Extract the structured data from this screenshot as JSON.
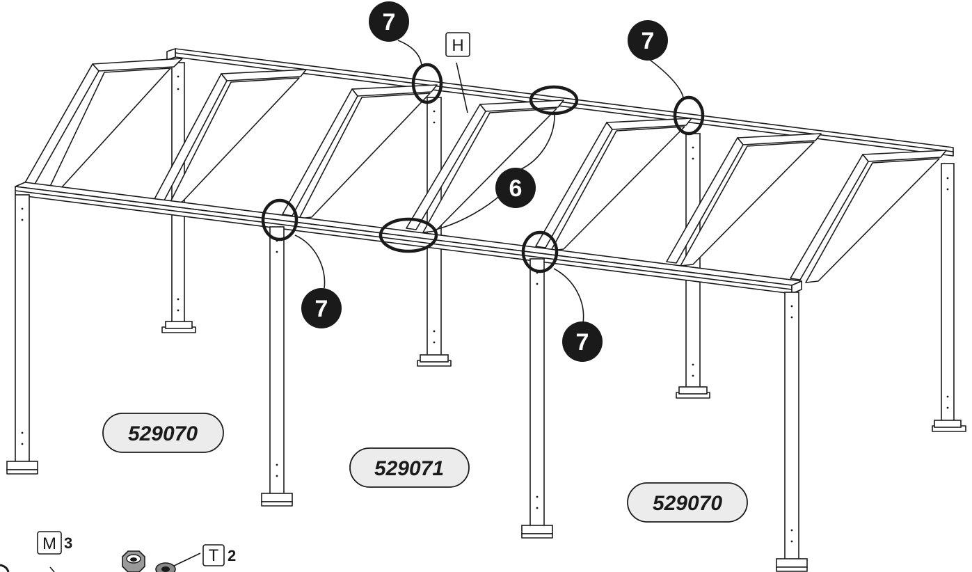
{
  "callouts": {
    "joint_top_left": "7",
    "joint_top_right": "7",
    "joint_front_left": "7",
    "joint_front_right": "7",
    "rafter_joint": "6"
  },
  "part_labels": {
    "rail": "H",
    "nut": "M",
    "washer": "T"
  },
  "quantities": {
    "nut_qty": "3",
    "washer_qty": "2"
  },
  "module_codes": {
    "left": "529070",
    "middle": "529071",
    "right": "529070"
  },
  "colors": {
    "line": "#1a1a1a",
    "pill_fill": "#ececec",
    "background": "#ffffff"
  }
}
